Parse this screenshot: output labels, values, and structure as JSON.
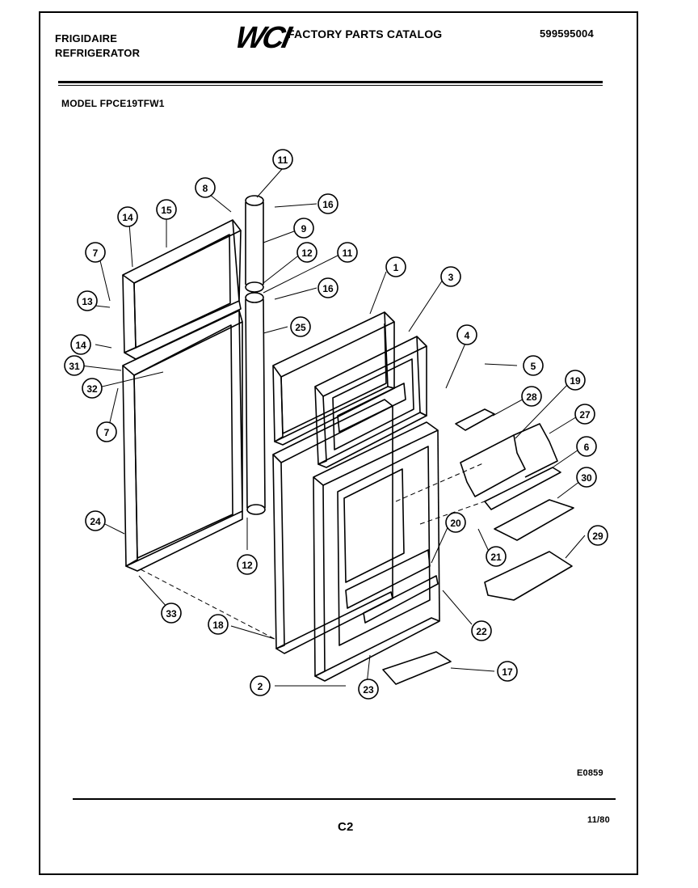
{
  "header": {
    "brand_line1": "FRIGIDAIRE",
    "brand_line2": "REFRIGERATOR",
    "logo": "WCI",
    "catalog_title": "FACTORY PARTS CATALOG",
    "catalog_number": "599595004",
    "model_label": "MODEL FPCE19TFW1"
  },
  "diagram": {
    "callouts": [
      "11",
      "8",
      "16",
      "14",
      "15",
      "9",
      "12",
      "11",
      "7",
      "16",
      "1",
      "3",
      "13",
      "25",
      "4",
      "14",
      "5",
      "31",
      "19",
      "32",
      "28",
      "27",
      "7",
      "6",
      "30",
      "24",
      "20",
      "12",
      "21",
      "29",
      "33",
      "18",
      "22",
      "17",
      "2",
      "23"
    ]
  },
  "footer": {
    "drawing_code": "E0859",
    "page_label": "C2",
    "date": "11/80"
  }
}
